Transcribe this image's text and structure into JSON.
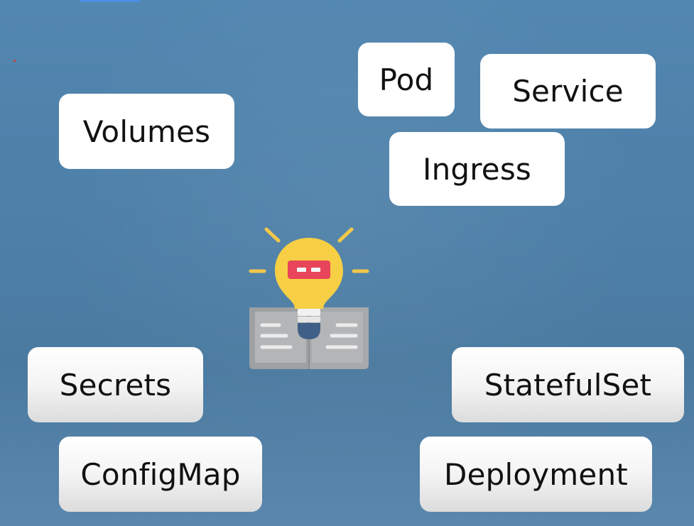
{
  "cards": {
    "volumes": "Volumes",
    "pod": "Pod",
    "service": "Service",
    "ingress": "Ingress",
    "secrets": "Secrets",
    "configmap": "ConfigMap",
    "statefulset": "StatefulSet",
    "deployment": "Deployment"
  },
  "colors": {
    "background": "#4f82aa",
    "card_white": "#ffffff",
    "card_gray": "#dcdcdc",
    "bulb": "#f7d046",
    "bulb_label": "#e8445a",
    "book": "#a9aaab",
    "book_lines": "#ececec",
    "bulb_base": "#3f5f86"
  },
  "icons": {
    "center": "lightbulb-over-book-icon"
  }
}
